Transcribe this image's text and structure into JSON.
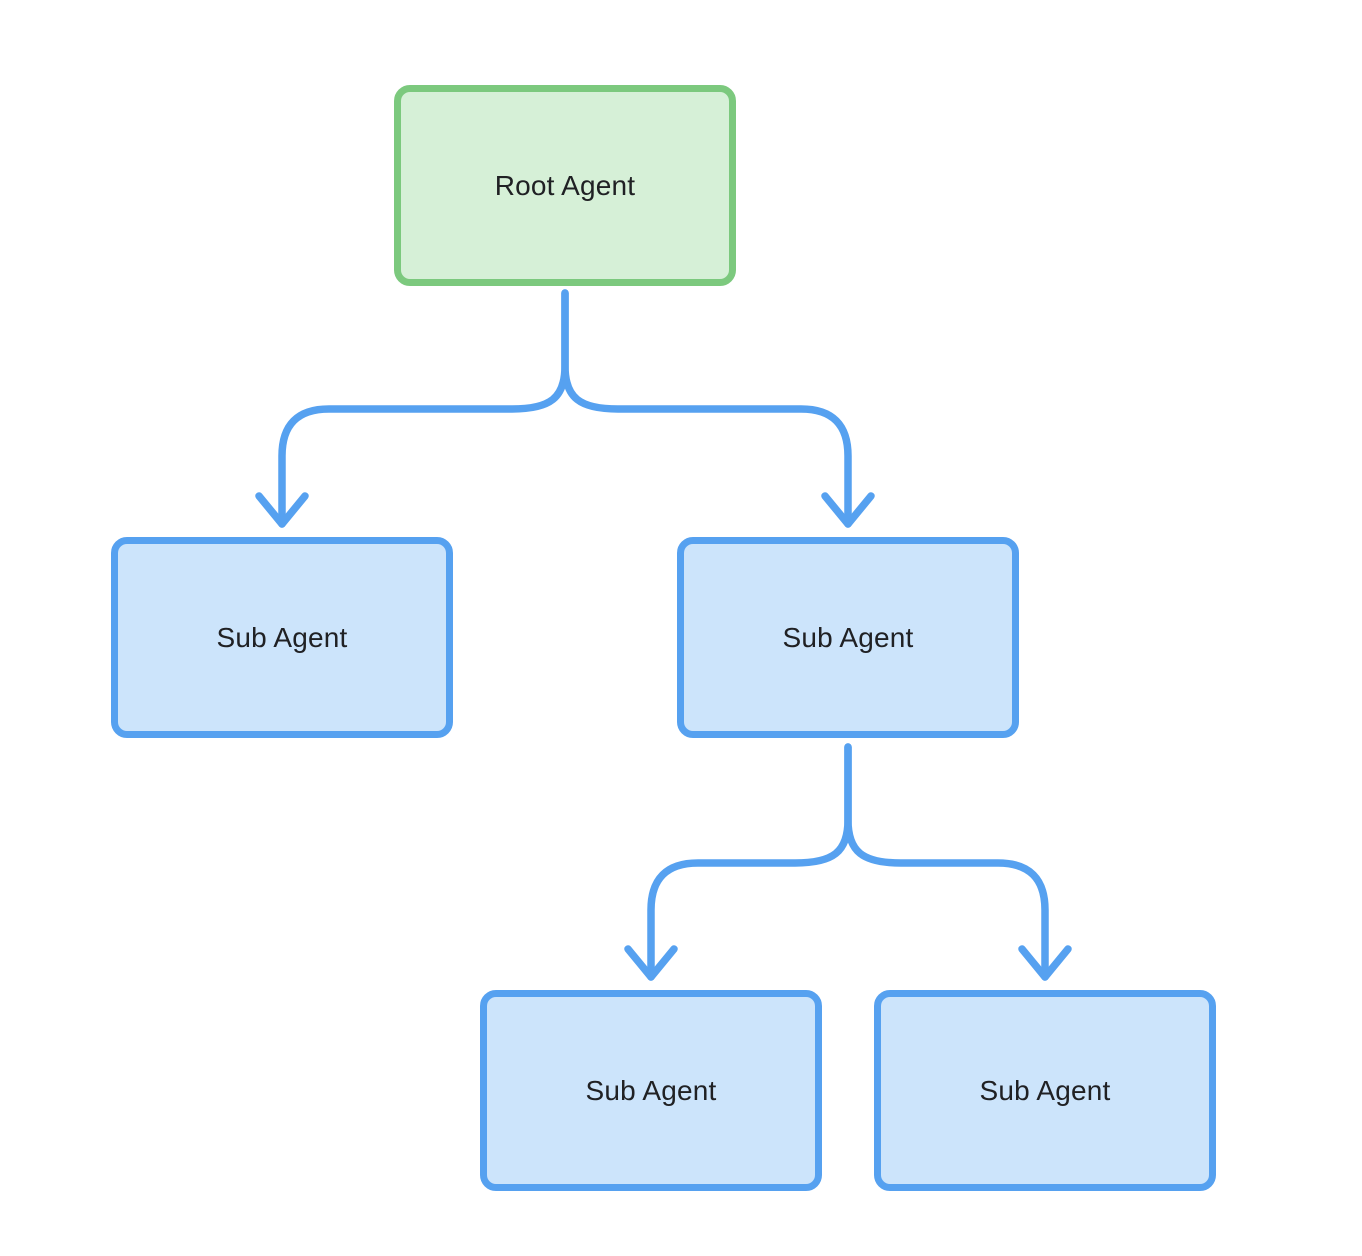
{
  "diagram": {
    "type": "flowchart-tree",
    "background": "#ffffff",
    "nodes": [
      {
        "id": "root",
        "label": "Root Agent",
        "kind": "root",
        "fill": "#d6f0d7",
        "border": "#7cc97e"
      },
      {
        "id": "sub-left",
        "label": "Sub Agent",
        "kind": "sub",
        "fill": "#cce4fb",
        "border": "#56a1f0"
      },
      {
        "id": "sub-right",
        "label": "Sub Agent",
        "kind": "sub",
        "fill": "#cce4fb",
        "border": "#56a1f0"
      },
      {
        "id": "sub-bot-left",
        "label": "Sub Agent",
        "kind": "sub",
        "fill": "#cce4fb",
        "border": "#56a1f0"
      },
      {
        "id": "sub-bot-right",
        "label": "Sub Agent",
        "kind": "sub",
        "fill": "#cce4fb",
        "border": "#56a1f0"
      }
    ],
    "edges": [
      {
        "from": "root",
        "to": "sub-left",
        "arrow": "down-chevron"
      },
      {
        "from": "root",
        "to": "sub-right",
        "arrow": "down-chevron"
      },
      {
        "from": "sub-right",
        "to": "sub-bot-left",
        "arrow": "down-chevron"
      },
      {
        "from": "sub-right",
        "to": "sub-bot-right",
        "arrow": "down-chevron"
      }
    ],
    "colors": {
      "background": "#ffffff",
      "connector": "#56a1f0",
      "root_fill": "#d6f0d7",
      "root_border": "#7cc97e",
      "sub_fill": "#cce4fb",
      "sub_border": "#56a1f0",
      "text": "#202124"
    }
  }
}
